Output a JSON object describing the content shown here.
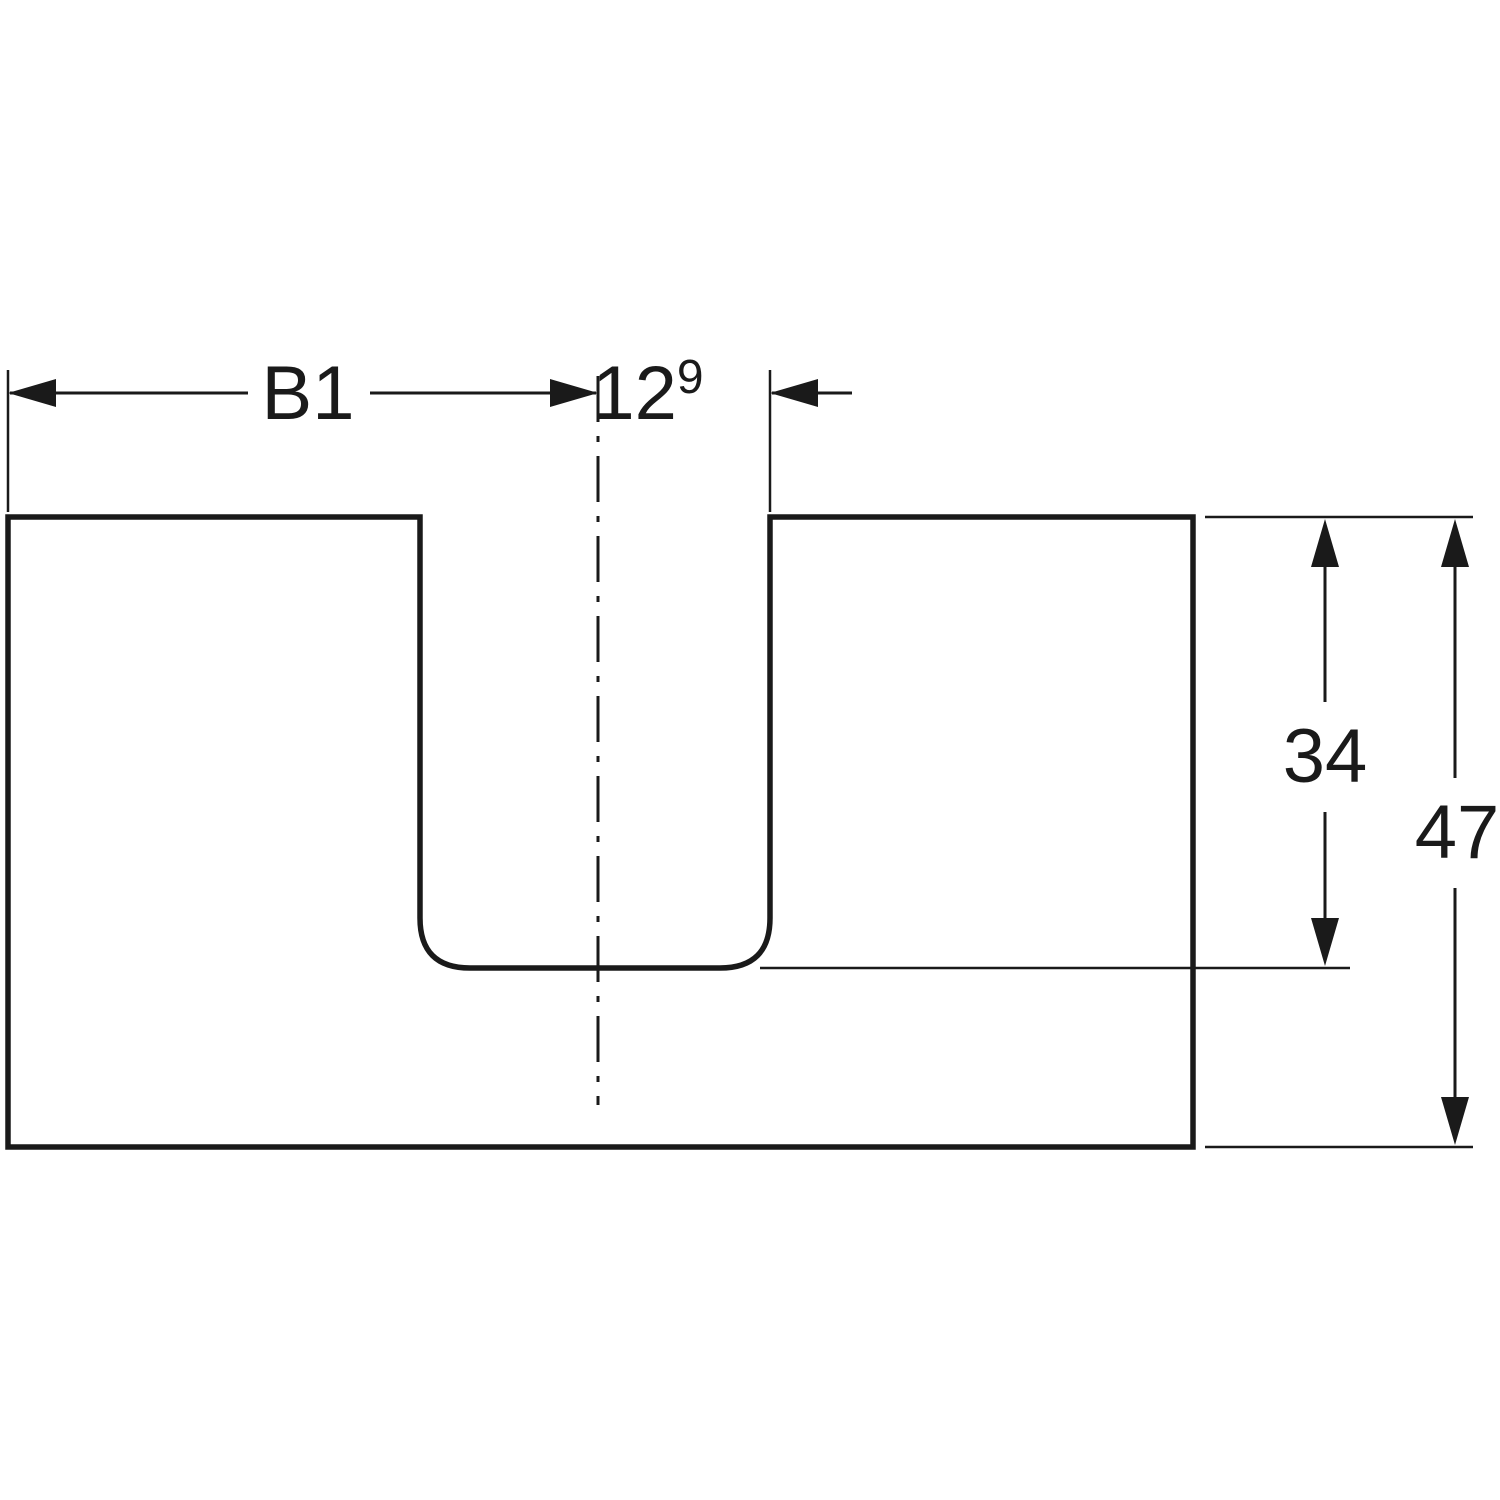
{
  "diagram": {
    "type": "technical-dimension-drawing",
    "description": "Cross-section of a panel with a centered U-shaped cutout and dimension annotations",
    "labels": {
      "width_left": "B1",
      "offset_value": "12",
      "offset_superscript": "9",
      "cutout_depth": "34",
      "total_height": "47"
    },
    "colors": {
      "line": "#1a1a1a",
      "background": "#ffffff"
    }
  }
}
